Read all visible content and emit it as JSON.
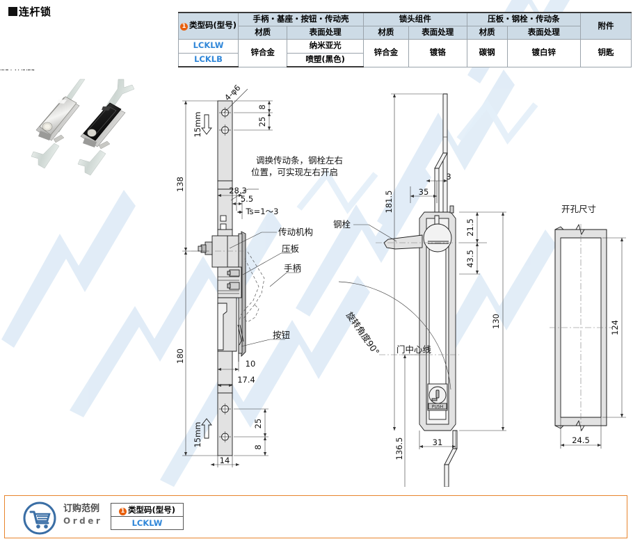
{
  "page": {
    "title": "连杆锁"
  },
  "spec_table": {
    "group_headers": [
      {
        "label": "类型码(型号)",
        "badge": "1"
      },
      {
        "label": "手柄・基座・按钮・传动壳"
      },
      {
        "label": "锁头组件"
      },
      {
        "label": "压板・钢栓・传动条"
      },
      {
        "label": "附件"
      }
    ],
    "sub_headers": [
      "材质",
      "表面处理",
      "材质",
      "表面处理",
      "材质",
      "表面处理"
    ],
    "rows": [
      {
        "code": "LCKLW",
        "handle_material": "锌合金",
        "handle_finish": "纳米亚光",
        "lock_material": "锌合金",
        "lock_finish": "镀铬",
        "rod_material": "碳钢",
        "rod_finish": "镀白锌",
        "accessory": "钥匙"
      },
      {
        "code": "LCKLB",
        "handle_finish": "喷塑(黑色)"
      }
    ]
  },
  "drawing": {
    "side_view": {
      "labels": {
        "hole_spec": "4-φ6",
        "note": "调换传动条，钢栓左右\n位置，可实现左右开启",
        "note_line1": "调换传动条，钢栓左右",
        "note_line2": "位置，可实现左右开启",
        "drive_mechanism": "传动机构",
        "press_plate": "压板",
        "handle": "手柄",
        "button": "按钮",
        "stroke_top": "15mm",
        "stroke_bottom": "15mm"
      },
      "dimensions": {
        "top_total": "138",
        "bottom_total": "180",
        "top_edge": "8",
        "top_pitch": "25",
        "bottom_pitch": "25",
        "bottom_edge": "8",
        "offset_a": "28.3",
        "offset_b": "5.5",
        "thickness_note": "Ts=1～3",
        "button_offset": "10",
        "plate_offset": "17.4",
        "width": "14"
      }
    },
    "front_view": {
      "labels": {
        "steel_bolt": "钢栓",
        "door_centerline": "门中心线",
        "rotation_angle": "旋转角度90°",
        "push": "PUSH"
      },
      "dimensions": {
        "rod_top": "181.5",
        "rod_bottom": "136.5",
        "bend_offset": "35",
        "rod_width": "3",
        "upper": "21.5",
        "mid": "43.5",
        "body_height": "130",
        "body_width": "31"
      }
    },
    "hole_view": {
      "title": "开孔尺寸",
      "dimensions": {
        "height": "124",
        "width": "24.5"
      }
    }
  },
  "order": {
    "label_cn": "订购范例",
    "label_en": "Order",
    "header": "类型码(型号)",
    "badge": "1",
    "value": "LCKLW"
  },
  "colors": {
    "accent_orange": "#e8842c",
    "badge_orange": "#e8600e",
    "code_blue": "#2f86d8",
    "table_header_bg": "#cddbe6",
    "watermark_blue": "#dce9f5"
  }
}
